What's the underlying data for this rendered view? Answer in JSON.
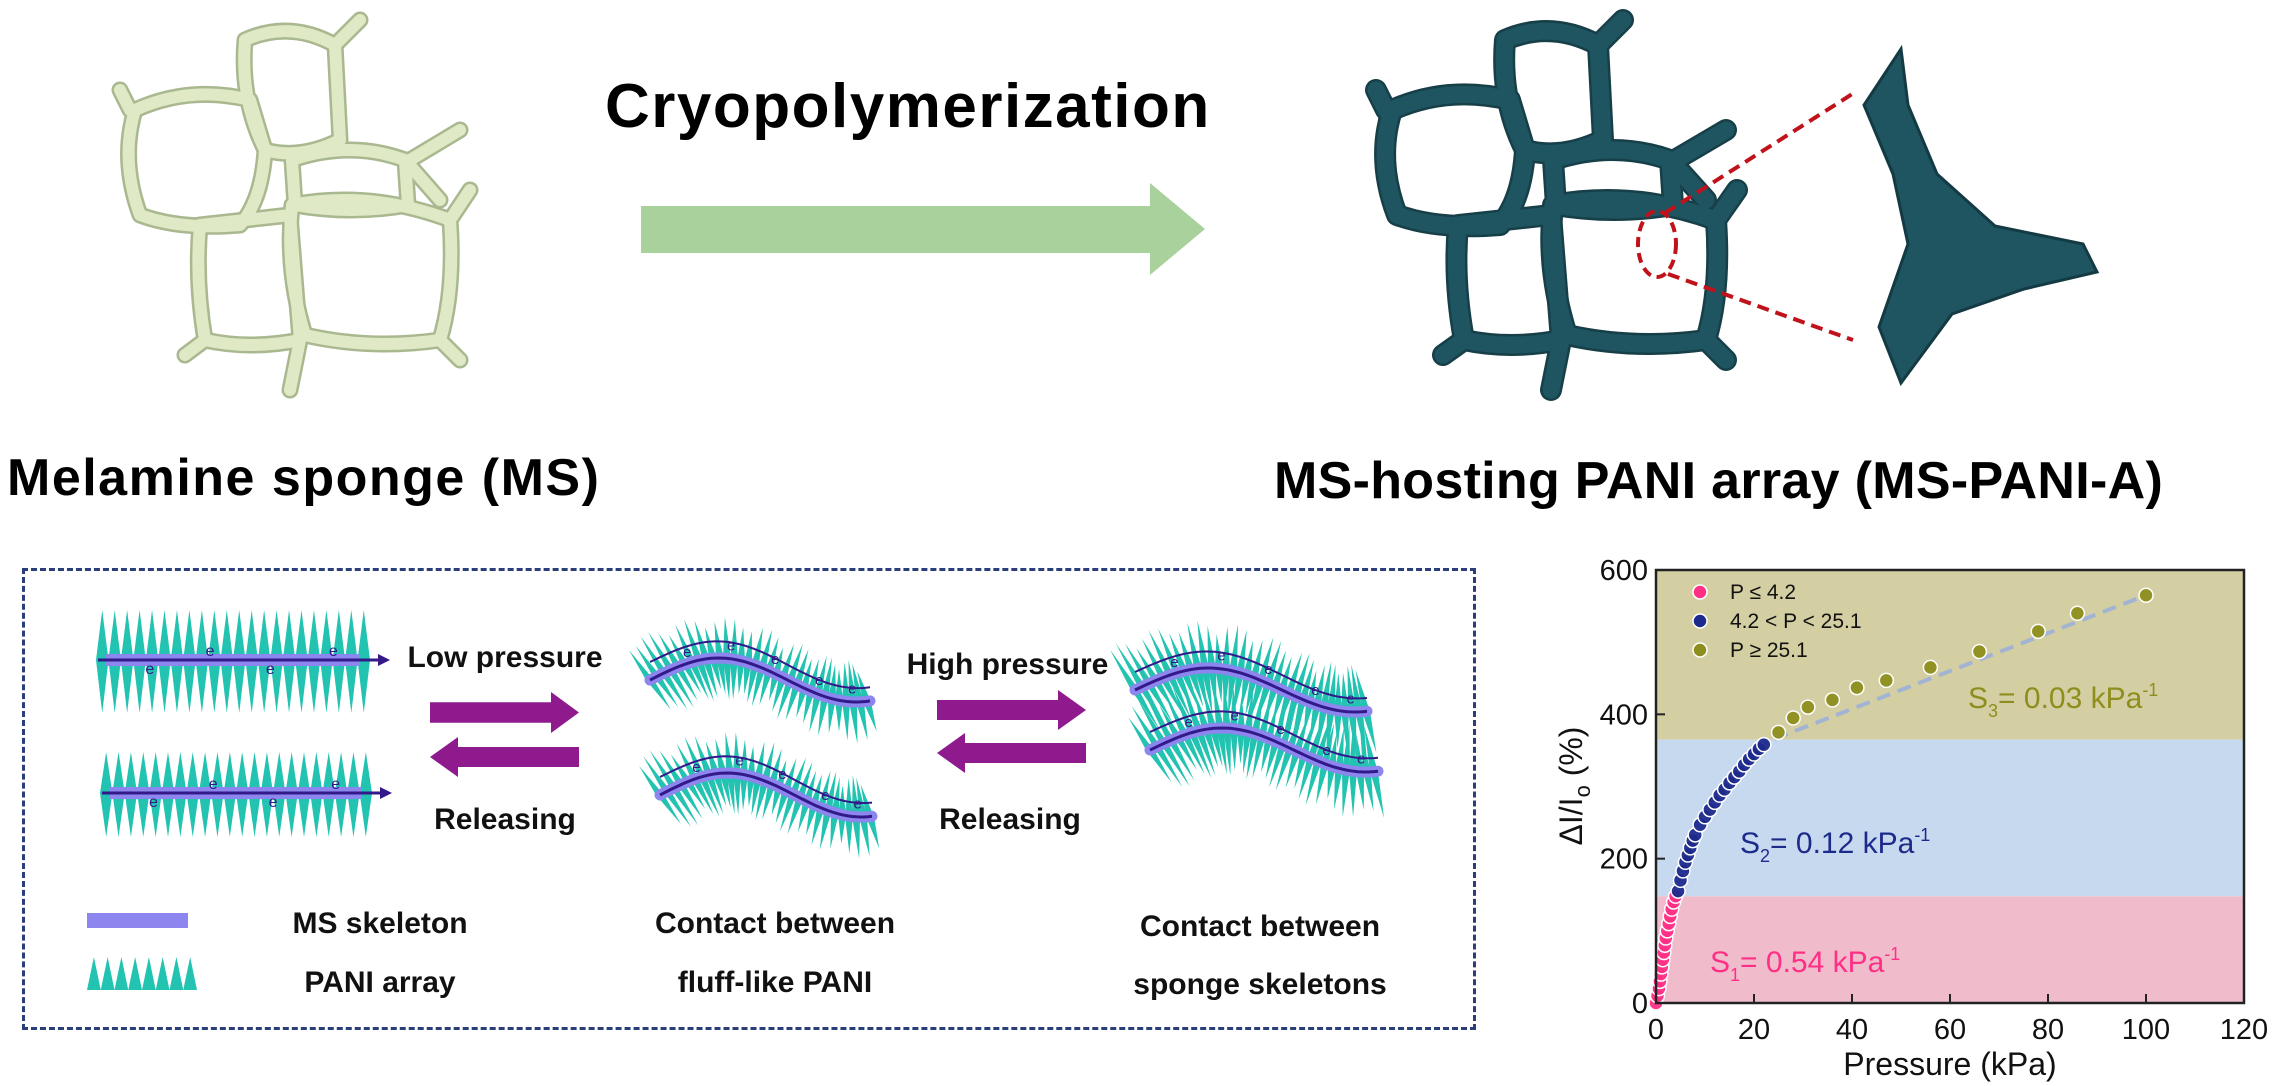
{
  "top": {
    "process_label": "Cryopolymerization",
    "left_label": "Melamine sponge (MS)",
    "right_label": "MS-hosting PANI array (MS-PANI-A)"
  },
  "mechanism": {
    "low_pressure": "Low pressure",
    "releasing_1": "Releasing",
    "high_pressure": "High pressure",
    "releasing_2": "Releasing",
    "electron_symbol": "e",
    "legend": [
      {
        "label": "MS skeleton"
      },
      {
        "label": "PANI array"
      }
    ],
    "stage2_caption": [
      "Contact between",
      "fluff-like PANI"
    ],
    "stage3_caption": [
      "Contact between",
      "sponge skeletons"
    ]
  },
  "colors": {
    "ms_sponge": "#dfe9c6",
    "pani_sponge": "#1e5561",
    "process_arrow": "#a9d19b",
    "pressure_arrow": "#8e1a8e",
    "pani_spike": "#22c3b0",
    "skeleton": "#8c86ee",
    "electron_path": "#33198a",
    "zoom_marker": "#c0121a",
    "box_border": "#2a3f7a"
  },
  "chart_data": {
    "type": "scatter",
    "xlabel": "Pressure (kPa)",
    "ylabel_main": "ΔI/I",
    "ylabel_sub": "o",
    "ylabel_unit": " (%)",
    "xlim": [
      0,
      120
    ],
    "ylim": [
      0,
      600
    ],
    "xticks": [
      "0",
      "20",
      "40",
      "60",
      "80",
      "100",
      "120"
    ],
    "yticks": [
      "0",
      "200",
      "400",
      "600"
    ],
    "grid": false,
    "legend_position": "top-left",
    "regions": [
      {
        "from": 0,
        "to": 148,
        "color": "#f0bccb"
      },
      {
        "from": 148,
        "to": 365,
        "color": "#c7d9ee"
      },
      {
        "from": 365,
        "to": 600,
        "color": "#d3cfa2"
      }
    ],
    "series": [
      {
        "name": "P ≤ 4.2",
        "color": "#ff2f86",
        "x": [
          0,
          0.3,
          0.6,
          0.8,
          1.0,
          1.2,
          1.4,
          1.6,
          1.8,
          2.0,
          2.3,
          2.6,
          2.9,
          3.2,
          3.6,
          4.0
        ],
        "y": [
          0,
          10,
          20,
          30,
          40,
          50,
          60,
          70,
          80,
          90,
          100,
          110,
          120,
          130,
          140,
          148
        ]
      },
      {
        "name": "4.2 < P < 25.1",
        "color": "#1c2a8c",
        "x": [
          4.5,
          5,
          5.5,
          6,
          6.5,
          7,
          7.5,
          8,
          9,
          10,
          11,
          12,
          13,
          14,
          15,
          16,
          17,
          18,
          19,
          20,
          21,
          22
        ],
        "y": [
          155,
          170,
          183,
          195,
          205,
          215,
          225,
          233,
          247,
          258,
          268,
          278,
          288,
          296,
          305,
          313,
          321,
          330,
          338,
          345,
          352,
          358
        ]
      },
      {
        "name": "P ≥ 25.1",
        "color": "#8e8e1e",
        "x": [
          25,
          28,
          31,
          36,
          41,
          47,
          56,
          66,
          78,
          86,
          100
        ],
        "y": [
          375,
          395,
          410,
          420,
          437,
          447,
          465,
          487,
          515,
          540,
          565
        ]
      }
    ],
    "fit_line": {
      "color": "#a3b3d3",
      "x": [
        20,
        100
      ],
      "y": [
        355,
        565
      ]
    },
    "annotations": [
      {
        "symbol": "S",
        "sub": "1",
        "text": "= 0.54 kPa",
        "sup": "-1",
        "color": "#ff2f86"
      },
      {
        "symbol": "S",
        "sub": "2",
        "text": "= 0.12 kPa",
        "sup": "-1",
        "color": "#1c2a8c"
      },
      {
        "symbol": "S",
        "sub": "3",
        "text": "= 0.03 kPa",
        "sup": "-1",
        "color": "#8e8e1e"
      }
    ]
  }
}
